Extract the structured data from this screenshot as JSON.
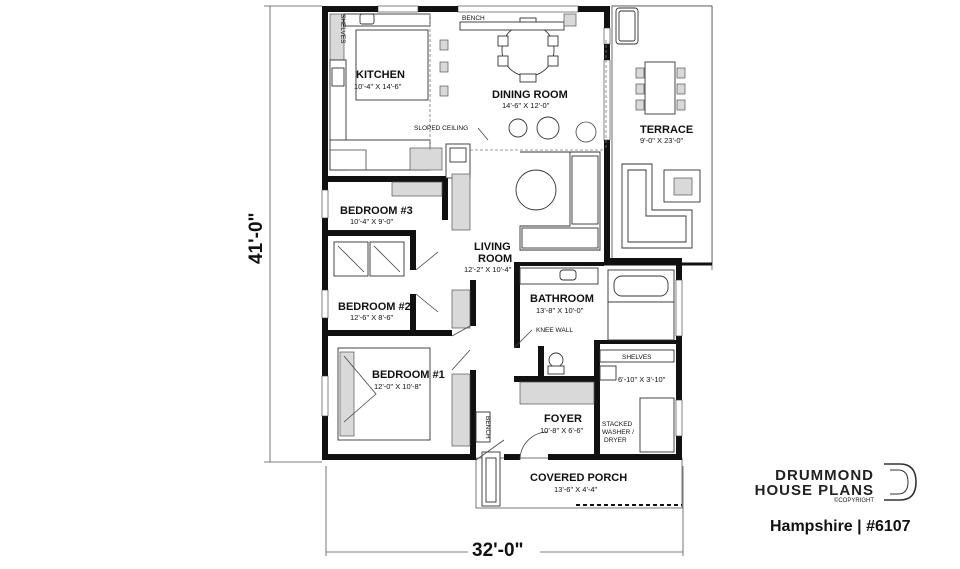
{
  "plan": {
    "overall_depth": "41'-0\"",
    "overall_width": "32'-0\"",
    "rooms": [
      {
        "id": "kitchen",
        "name": "KITCHEN",
        "dims": "10'-4\" X 14'-6\""
      },
      {
        "id": "dining",
        "name": "DINING ROOM",
        "dims": "14'-6\" X 12'-0\""
      },
      {
        "id": "terrace",
        "name": "TERRACE",
        "dims": "9'-0\" X 23'-0\""
      },
      {
        "id": "bedroom3",
        "name": "BEDROOM #3",
        "dims": "10'-4\" X 9'-0\""
      },
      {
        "id": "living",
        "name": "LIVING\nROOM",
        "dims": "12'-2\" X 10'-4\""
      },
      {
        "id": "bathroom",
        "name": "BATHROOM",
        "dims": "13'-8\" X 10'-0\""
      },
      {
        "id": "bedroom2",
        "name": "BEDROOM #2",
        "dims": "12'-6\" X 8'-6\""
      },
      {
        "id": "bedroom1",
        "name": "BEDROOM #1",
        "dims": "12'-0\" X 10'-8\""
      },
      {
        "id": "foyer",
        "name": "FOYER",
        "dims": "10'-8\" X 6'-6\""
      },
      {
        "id": "laundry",
        "name": "",
        "dims": "6'-10\" X 3'-10\""
      },
      {
        "id": "porch",
        "name": "COVERED PORCH",
        "dims": "13'-6\" X 4'-4\""
      }
    ],
    "notes": {
      "bench_top": "BENCH",
      "shelves_kitchen": "SHELVES",
      "sloped_ceiling": "SLOPED CEILING",
      "knee_wall": "KNEE WALL",
      "shelves_laundry": "SHELVES",
      "stacked": "STACKED",
      "washer": "WASHER /",
      "dryer": "DRYER",
      "bench_foyer": "BENCH"
    }
  },
  "brand": {
    "line1": "DRUMMOND",
    "line2": "HOUSE PLANS",
    "copyright": "©COPYRIGHT",
    "model": "Hampshire | #6107"
  }
}
